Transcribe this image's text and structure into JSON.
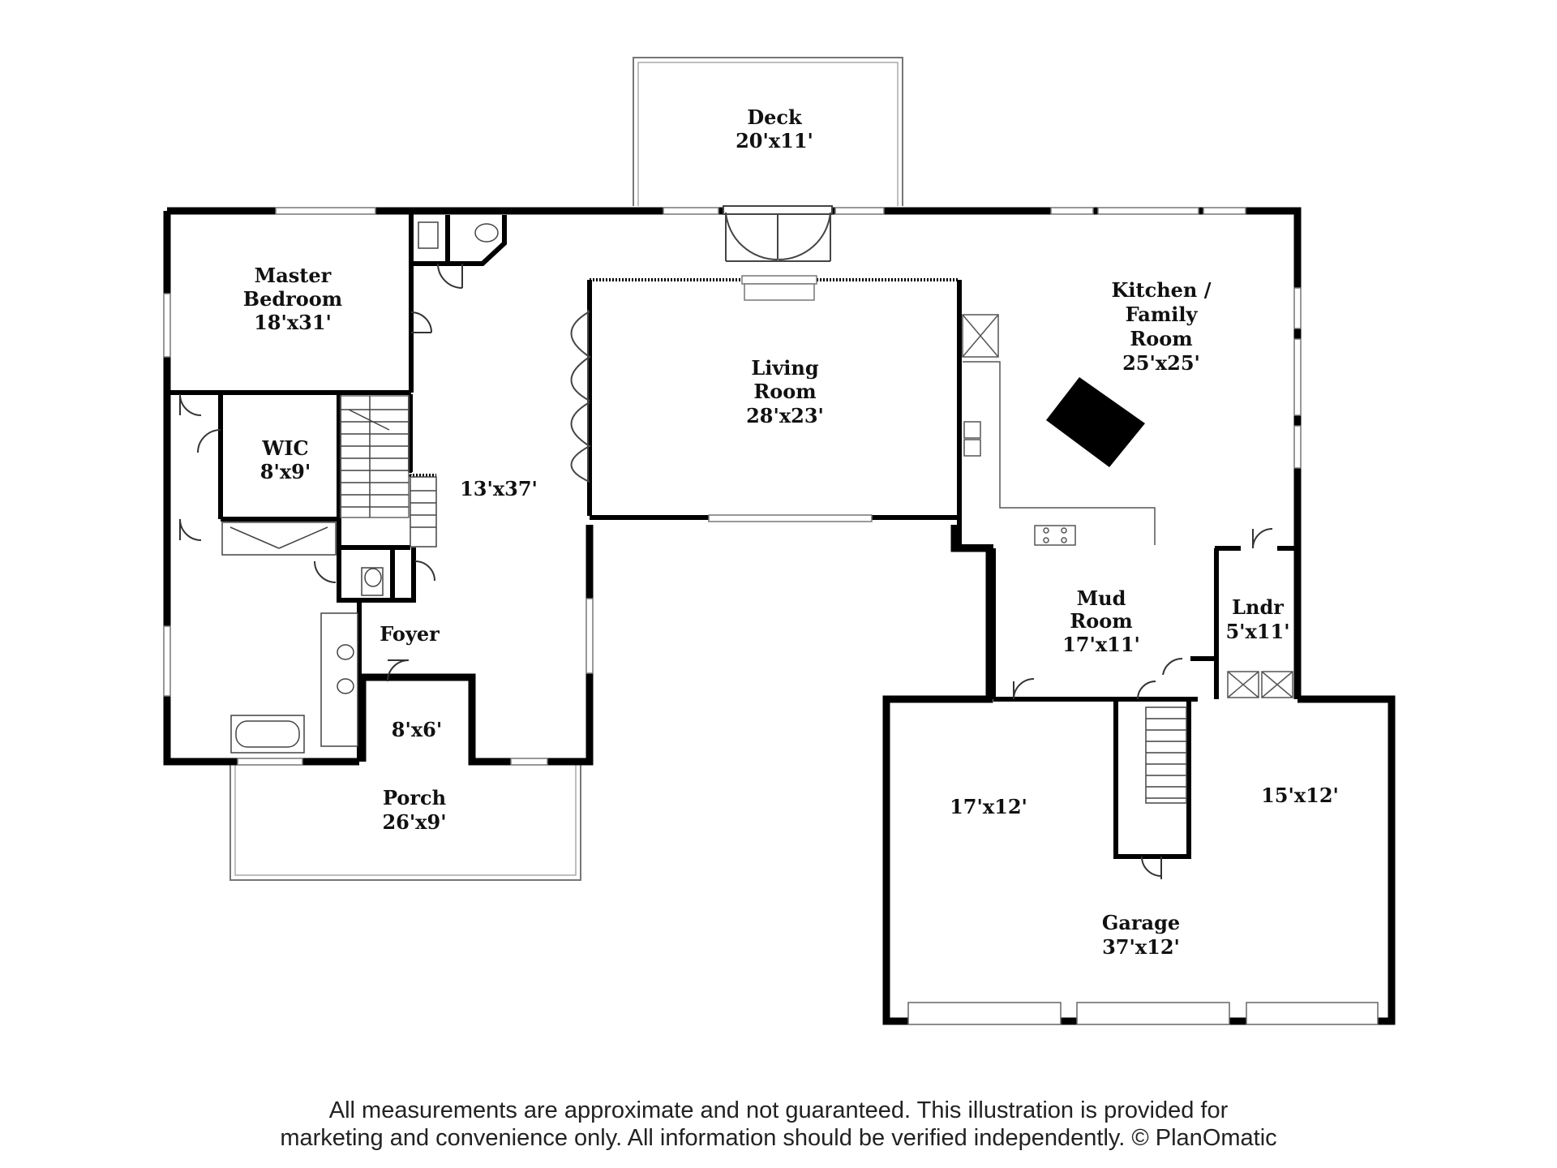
{
  "rooms": {
    "deck": {
      "name": "Deck",
      "size": "20'x11'"
    },
    "master_bedroom": {
      "line1": "Master",
      "line2": "Bedroom",
      "size": "18'x31'"
    },
    "wic": {
      "name": "WIC",
      "size": "8'x9'"
    },
    "hall": {
      "size": "13'x37'"
    },
    "living_room": {
      "line1": "Living",
      "line2": "Room",
      "size": "28'x23'"
    },
    "kitchen": {
      "line1": "Kitchen /",
      "line2": "Family",
      "line3": "Room",
      "size": "25'x25'"
    },
    "foyer": {
      "name": "Foyer",
      "size": "8'x6'"
    },
    "porch": {
      "name": "Porch",
      "size": "26'x9'"
    },
    "mud_room": {
      "line1": "Mud",
      "line2": "Room",
      "size": "17'x11'"
    },
    "laundry": {
      "name": "Lndr",
      "size": "5'x11'"
    },
    "garage_left": {
      "size": "17'x12'"
    },
    "garage_right": {
      "size": "15'x12'"
    },
    "garage": {
      "name": "Garage",
      "size": "37'x12'"
    }
  },
  "disclaimer": {
    "line1": "All measurements are approximate and not guaranteed. This illustration is provided for",
    "line2": "marketing and convenience only. All information should be verified independently. © PlanOmatic"
  }
}
